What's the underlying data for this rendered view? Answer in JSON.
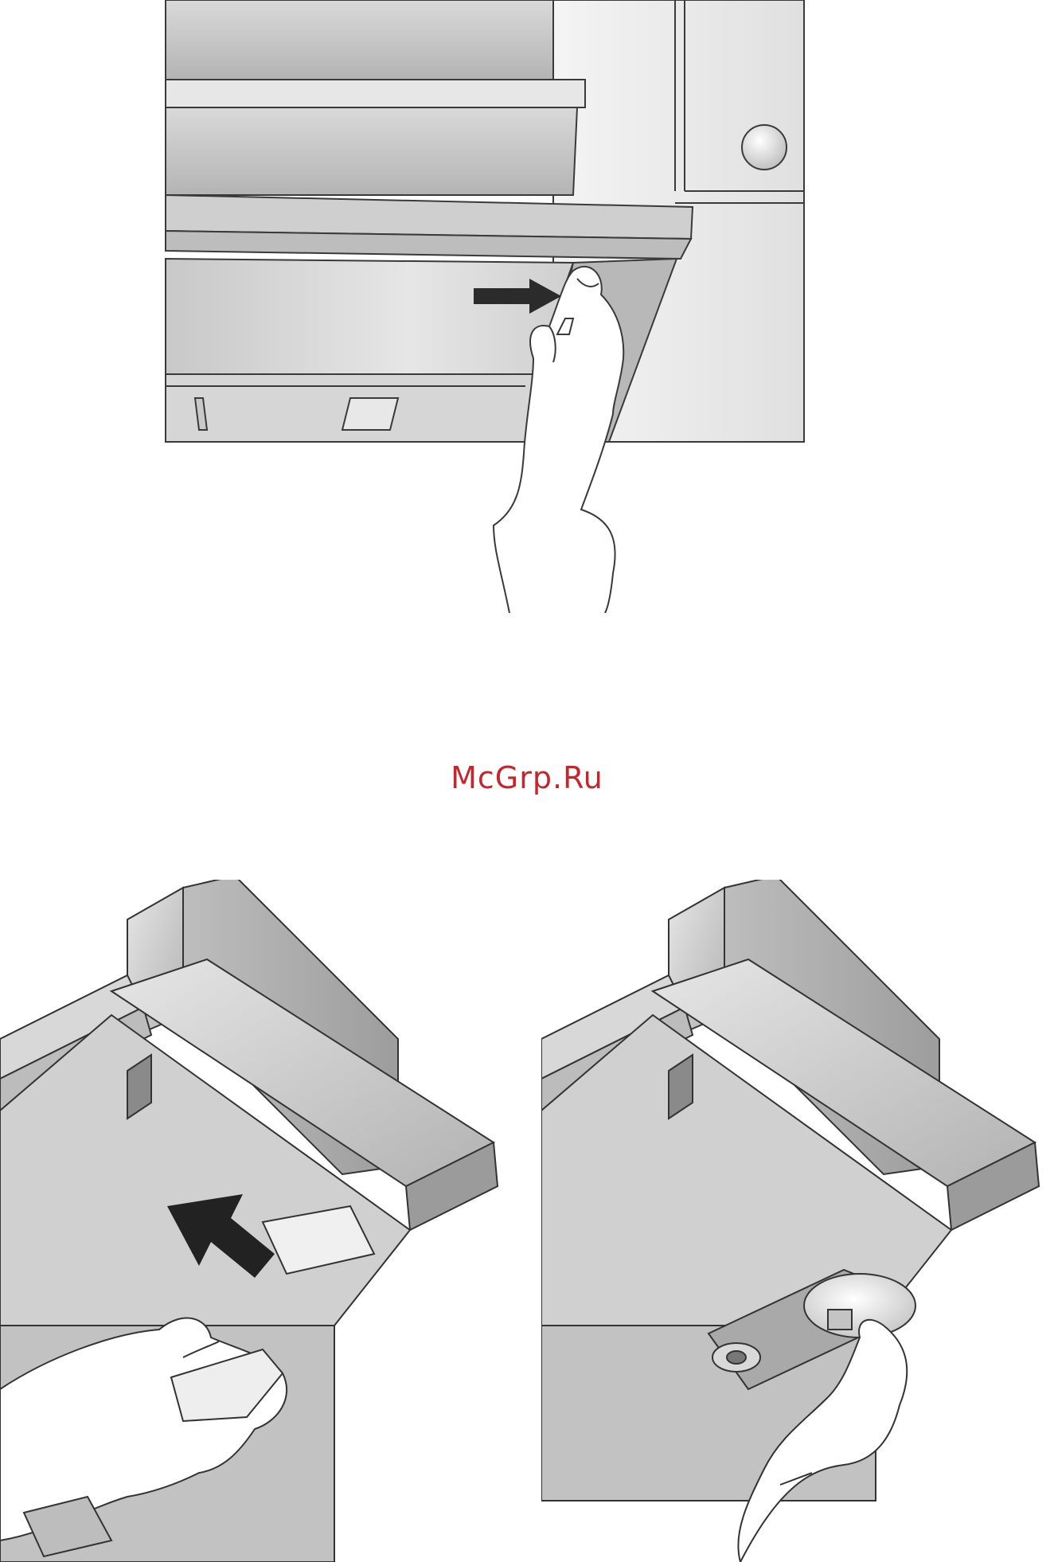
{
  "watermark": {
    "text": "McGrp.Ru",
    "color": "#c4262b"
  },
  "illustrations": [
    {
      "name": "remove-grease-filter",
      "icon": "hand-slide-arrow-icon"
    },
    {
      "name": "insert-filter",
      "icon": "hand-insert-arrow-icon"
    },
    {
      "name": "replace-bulb",
      "icon": "hand-bulb-icon"
    }
  ]
}
